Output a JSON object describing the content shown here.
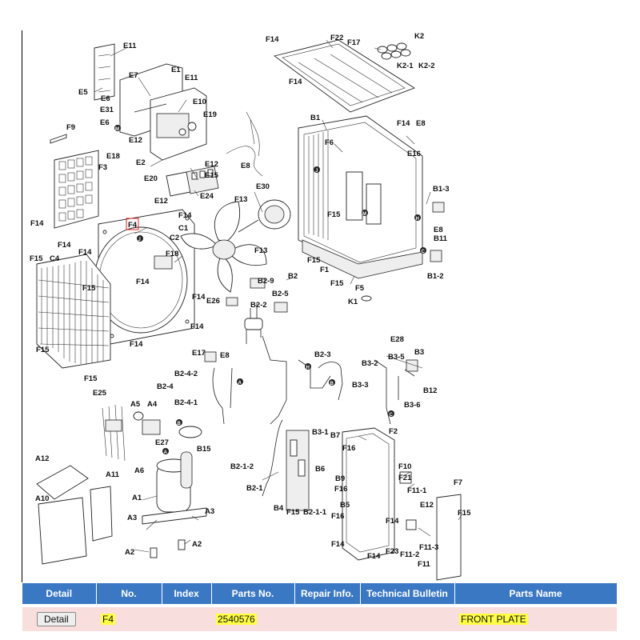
{
  "diagram": {
    "labels": {
      "E11a": "E11",
      "E7": "E7",
      "E1": "E1",
      "E11b": "E11",
      "E5": "E5",
      "E6a": "E6",
      "E31": "E31",
      "E6b": "E6",
      "E10": "E10",
      "E19": "E19",
      "E12a": "E12",
      "E2": "E2",
      "F9": "F9",
      "E18": "E18",
      "F3": "F3",
      "E12b": "E12",
      "E15": "E15",
      "E20": "E20",
      "E12c": "E12",
      "E24": "E24",
      "E8a": "E8",
      "F14a": "F14",
      "F14b": "F14",
      "F14c": "F14",
      "F4": "F4",
      "C1": "C1",
      "C2": "C2",
      "F18": "F18",
      "F13a": "F13",
      "E30": "E30",
      "F13b": "F13",
      "F15a": "F15",
      "C4": "C4",
      "F14d": "F14",
      "F15b": "F15",
      "F14e": "F14",
      "F14f": "F14",
      "F14g": "F14",
      "F14h": "F14",
      "F15c": "F15",
      "F15d": "F15",
      "E26": "E26",
      "F14top": "F14",
      "F22": "F22",
      "F17": "F17",
      "K2": "K2",
      "K2-1": "K2-1",
      "K2-2": "K2-2",
      "F14i": "F14",
      "B1": "B1",
      "F14j": "F14",
      "E8b": "E8",
      "F6": "F6",
      "E16": "E16",
      "F15e": "F15",
      "B1-3": "B1-3",
      "E8c": "E8",
      "B11": "B11",
      "F15f": "F15",
      "F1": "F1",
      "F15g": "F15",
      "F5": "F5",
      "B1-2": "B1-2",
      "K1": "K1",
      "B2": "B2",
      "B2-9": "B2-9",
      "B2-5": "B2-5",
      "B2-2": "B2-2",
      "E17": "E17",
      "E8d": "E8",
      "B2-4-2": "B2-4-2",
      "B2-4": "B2-4",
      "B2-4-1": "B2-4-1",
      "B2-3": "B2-3",
      "E28": "E28",
      "B3": "B3",
      "B3-5": "B3-5",
      "B3-2": "B3-2",
      "B3-3": "B3-3",
      "B12": "B12",
      "B3-6": "B3-6",
      "E25": "E25",
      "A5": "A5",
      "A4": "A4",
      "E27": "E27",
      "B15": "B15",
      "A6": "A6",
      "A12": "A12",
      "A11": "A11",
      "A10": "A10",
      "A1": "A1",
      "A3a": "A3",
      "A3b": "A3",
      "A2a": "A2",
      "A2b": "A2",
      "B3-1": "B3-1",
      "B7": "B7",
      "F16a": "F16",
      "F2": "F2",
      "B6": "B6",
      "B9": "B9",
      "F16b": "F16",
      "B5": "B5",
      "B2-1-2": "B2-1-2",
      "B2-1": "B2-1",
      "B4": "B4",
      "F15h": "F15",
      "B2-1-1": "B2-1-1",
      "F16c": "F16",
      "F14k": "F14",
      "F14l": "F14",
      "F14m": "F14",
      "F10": "F10",
      "F21": "F21",
      "F11-1": "F11-1",
      "E12d": "E12",
      "F23": "F23",
      "F11-2": "F11-2",
      "F11-3": "F11-3",
      "F11": "F11",
      "F7": "F7",
      "F15i": "F15"
    },
    "markers": [
      "A",
      "B",
      "H",
      "C",
      "J",
      "M"
    ]
  },
  "table": {
    "headers": {
      "detail": "Detail",
      "no": "No.",
      "index": "Index",
      "parts_no": "Parts No.",
      "repair": "Repair Info.",
      "tech": "Technical Bulletin",
      "name": "Parts Name"
    },
    "row": {
      "button": "Detail",
      "no": "F4",
      "index": "",
      "parts_no": "2540576",
      "repair": "",
      "tech": "",
      "name": "FRONT PLATE"
    }
  },
  "colors": {
    "header_bg": "#3b78c4",
    "row_bg": "#f9dede",
    "highlight": "#ffff44",
    "selection_box": "#e02020"
  }
}
